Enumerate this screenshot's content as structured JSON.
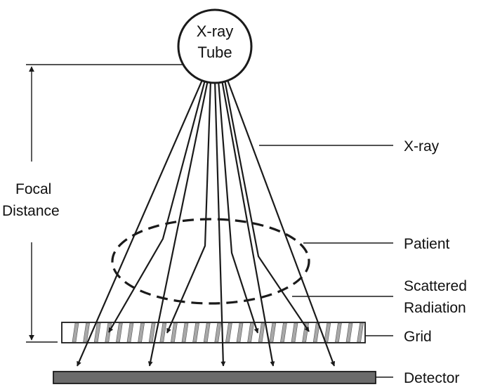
{
  "tube": {
    "line1": "X-ray",
    "line2": "Tube"
  },
  "labels": {
    "xray": "X-ray",
    "focal_line1": "Focal",
    "focal_line2": "Distance",
    "patient": "Patient",
    "scattered_line1": "Scattered",
    "scattered_line2": "Radiation",
    "grid": "Grid",
    "detector": "Detector"
  },
  "colors": {
    "stroke": "#1a1a1a",
    "grid_slat": "#a8a8a8",
    "detector_fill": "#6b6b6b"
  }
}
